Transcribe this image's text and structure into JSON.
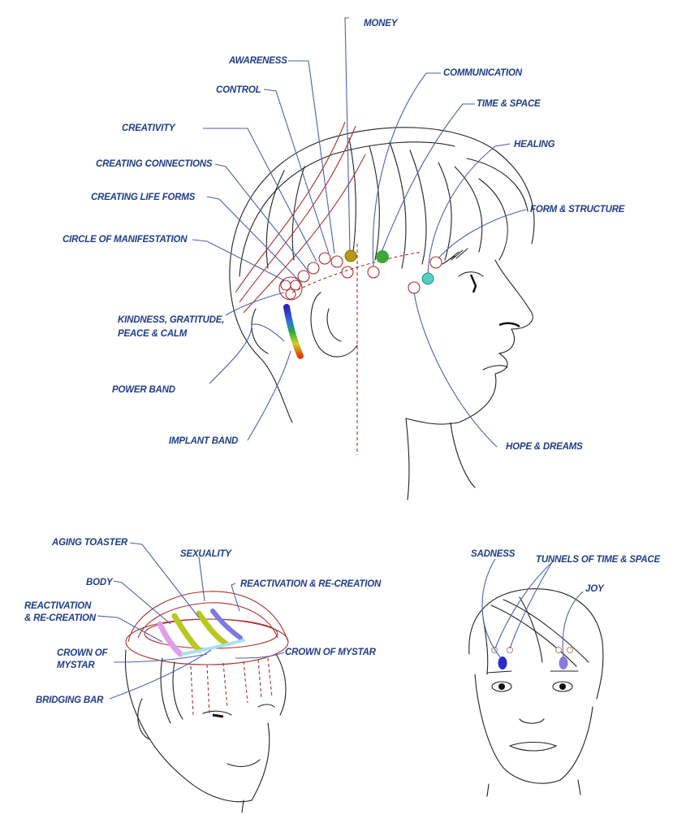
{
  "colors": {
    "label_text": "#1f3d8c",
    "leader_line": "#4a62b3",
    "grid_red": "#b0302a",
    "ink": "#222222",
    "money_point": "#b59a10",
    "communication_point": "#3fa63a",
    "healing_point": "#4fd0c0",
    "sadness_point": "#2a2ad0",
    "joy_point": "#8a7ae0",
    "body_band": "#e0a0e8",
    "aging_toaster_band": "#b8c820",
    "sexuality_band": "#b8c820",
    "reactivation_band": "#7a7ae0",
    "bridging_bar": "#a8e0f0"
  },
  "profile_view": {
    "labels": {
      "awareness": "AWARENESS",
      "money": "MONEY",
      "control": "CONTROL",
      "communication": "COMMUNICATION",
      "time_space": "TIME & SPACE",
      "creativity": "CREATIVITY",
      "healing": "HEALING",
      "creating_connections": "CREATING CONNECTIONS",
      "creating_life_forms": "CREATING LIFE FORMS",
      "form_structure": "FORM & STRUCTURE",
      "circle_of_manifestation": "CIRCLE OF MANIFESTATION",
      "kindness": "KINDNESS, GRATITUDE,\nPEACE & CALM",
      "power_band": "POWER BAND",
      "implant_band": "IMPLANT BAND",
      "hope_dreams": "HOPE & DREAMS"
    }
  },
  "crown_view": {
    "labels": {
      "aging_toaster": "AGING TOASTER",
      "sexuality": "SEXUALITY",
      "body": "BODY",
      "reactivation_right": "REACTIVATION & RE-CREATION",
      "reactivation_left": "REACTIVATION\n& RE-CREATION",
      "crown_of_mystar_left": "CROWN OF\nMYSTAR",
      "crown_of_mystar_right": "CROWN OF MYSTAR",
      "bridging_bar": "BRIDGING BAR"
    }
  },
  "front_view": {
    "labels": {
      "sadness": "SADNESS",
      "tunnels": "TUNNELS OF TIME & SPACE",
      "joy": "JOY"
    }
  }
}
